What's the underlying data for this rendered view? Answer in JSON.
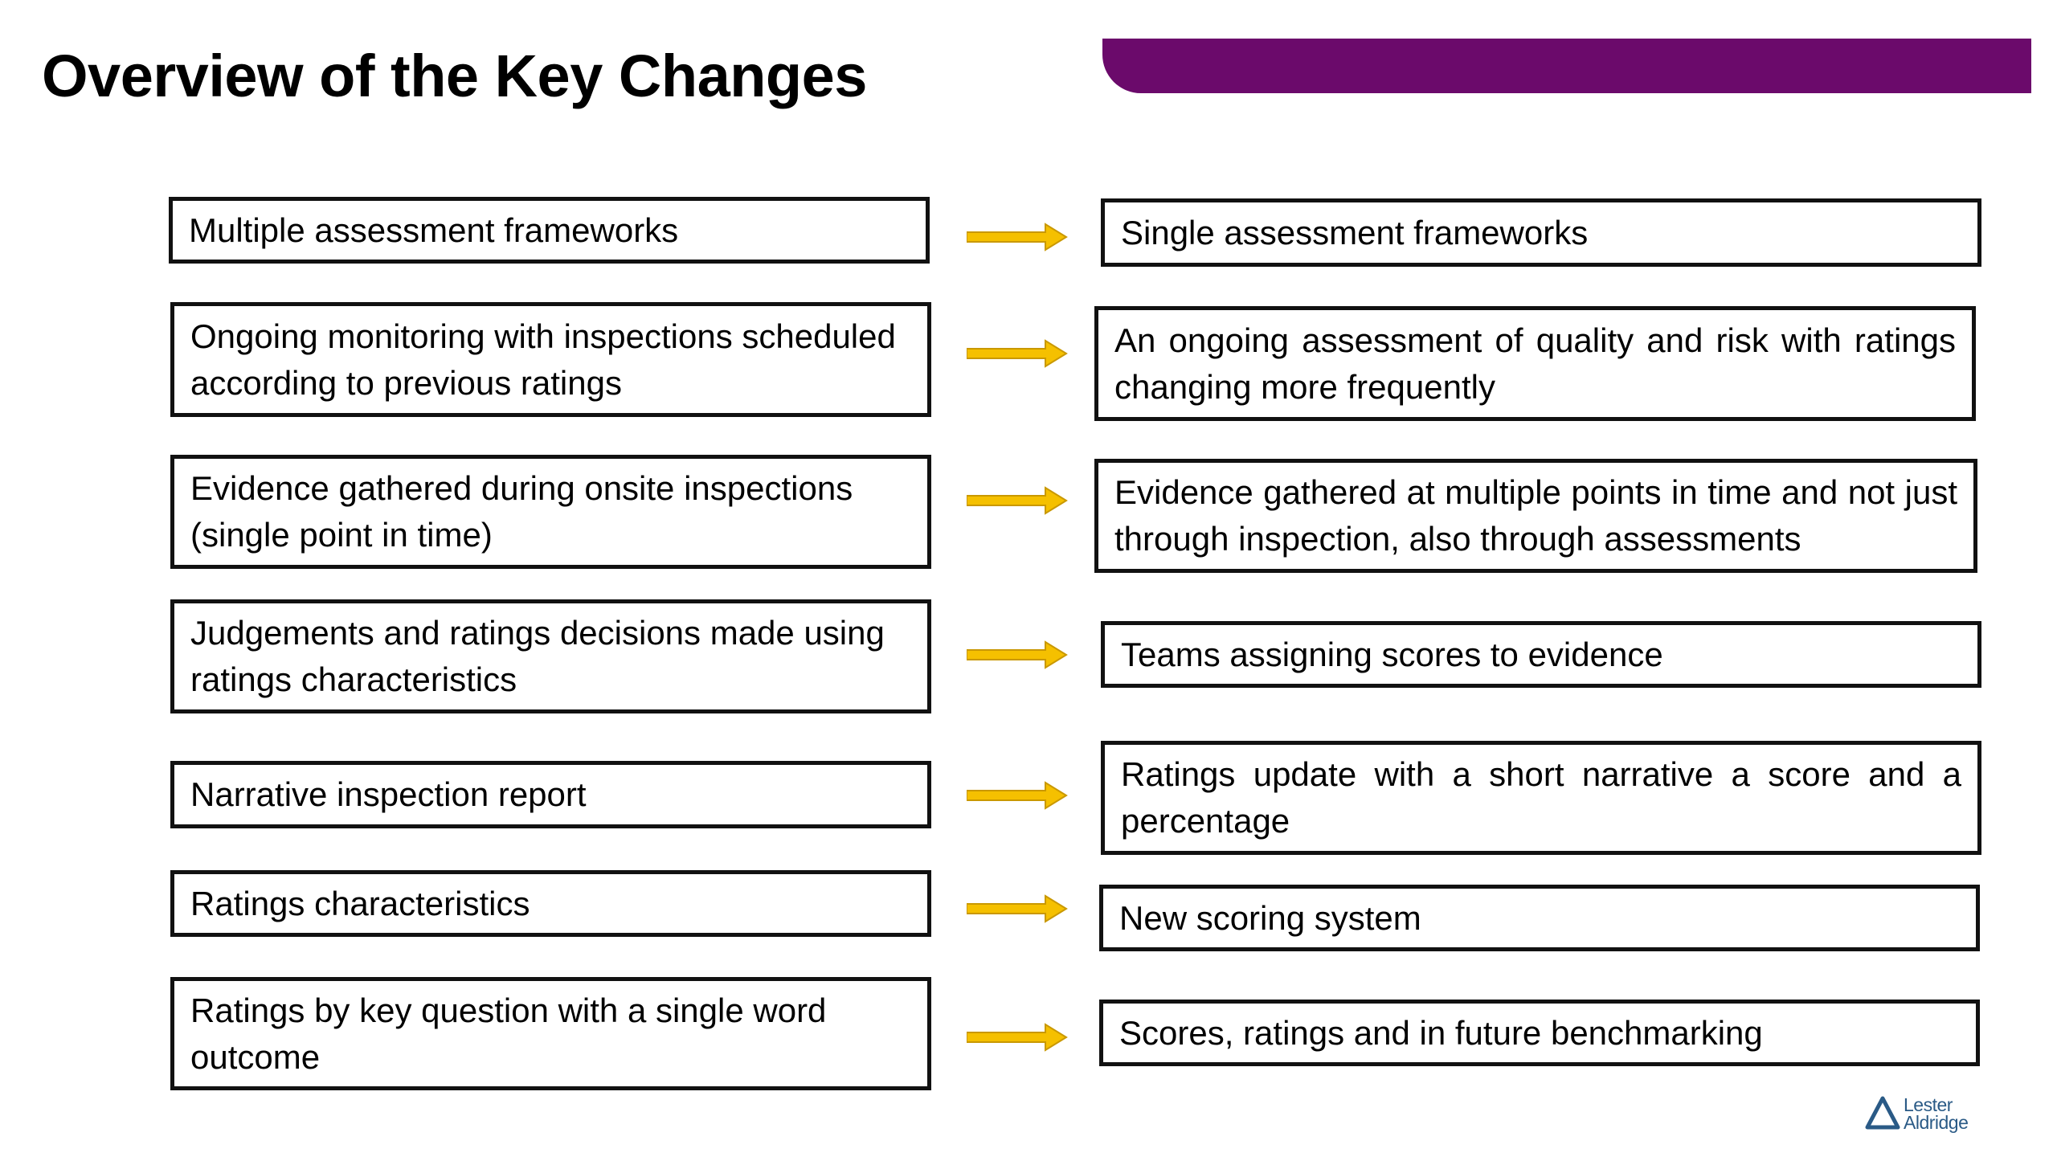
{
  "slide": {
    "title": "Overview of the Key Changes",
    "accent_color": "#6b0a6b",
    "arrow_color": "#f5c000",
    "border_color": "#111111",
    "arrow_icon": "right-arrow-icon"
  },
  "changes": [
    {
      "from": "Multiple assessment frameworks",
      "to": "Single assessment frameworks"
    },
    {
      "from": "Ongoing monitoring with inspections scheduled according to previous ratings",
      "to": "An ongoing assessment of quality and risk with ratings changing more frequently"
    },
    {
      "from": "Evidence gathered during onsite inspections (single point in time)",
      "to": "Evidence gathered at multiple points in time and not just through inspection, also through assessments"
    },
    {
      "from": "Judgements and ratings decisions made using ratings characteristics",
      "to": "Teams assigning scores to evidence"
    },
    {
      "from": "Narrative inspection report",
      "to": "Ratings update with a short narrative a score and a percentage"
    },
    {
      "from": "Ratings characteristics",
      "to": "New scoring system"
    },
    {
      "from": "Ratings by key question with a single word outcome",
      "to": "Scores, ratings and in future benchmarking"
    }
  ],
  "logo": {
    "line1": "Lester",
    "line2": "Aldridge",
    "icon": "triangle-logo-icon",
    "color": "#2a5a86"
  }
}
